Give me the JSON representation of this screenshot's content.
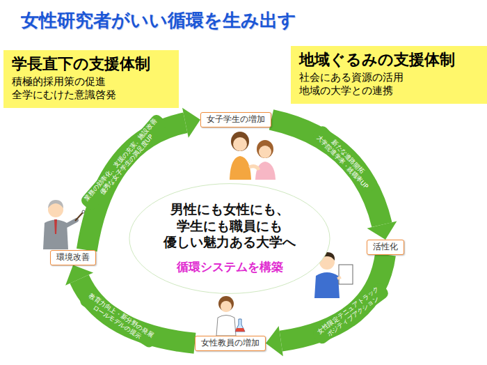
{
  "diagram": {
    "title": "女性研究者がいい循環を生み出す",
    "nodes": [
      {
        "text": [
          "学長直下の支援体制",
          "積極的採用策の促進 全学にむけた意識啓発"
        ]
      },
      {
        "text": [
          "地域ぐるみの支援体制",
          "社会にある資源の活用 地域の大学との連携"
        ]
      },
      {
        "text": [
          "女子学生の増加"
        ]
      },
      {
        "text": [
          "環境改善"
        ]
      },
      {
        "text": [
          "男性にも女性にも、 学生にも職員にも 優しい魅力ある大学へ",
          "循環システムを構築"
        ]
      },
      {
        "text": [
          "活性化"
        ]
      },
      {
        "text": [
          "女性教員の増加"
        ]
      }
    ],
    "edges": [
      {
        "from": 3,
        "to": 2,
        "arrow": "to",
        "label": "業務の効率化、支援の充実、施設改善 優秀な女子学生の満足度UP"
      },
      {
        "from": 2,
        "to": 5,
        "arrow": "to",
        "label": "新たな進路開拓 大学院進学率・就職率UP"
      },
      {
        "from": 5,
        "to": 6,
        "arrow": "to",
        "label": "女性限定テニュアトラック ポジティブアクション"
      },
      {
        "from": 6,
        "to": 3,
        "arrow": "to",
        "label": "教育力向上・新分野の発展 ロールモデルの提示"
      }
    ]
  }
}
